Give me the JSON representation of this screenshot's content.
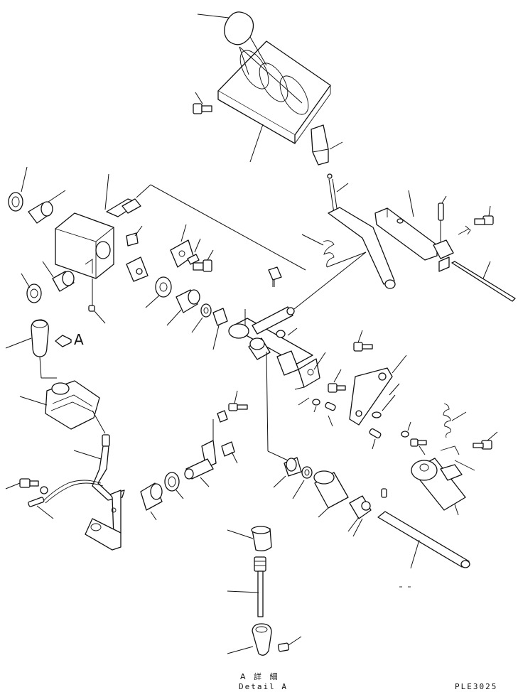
{
  "view_arrow_label": "A",
  "detail_label_jp": "A 詳 細",
  "detail_label_en": "Detail A",
  "drawing_number": "PLE3025",
  "line_color": "#111111",
  "background_color": "#ffffff"
}
